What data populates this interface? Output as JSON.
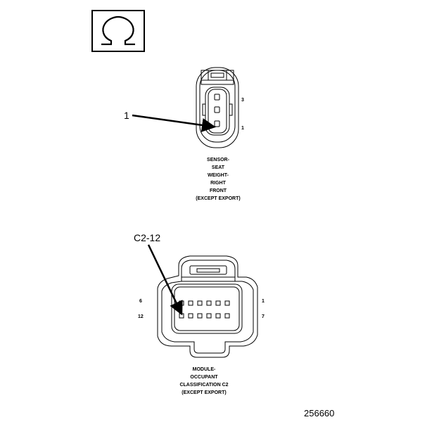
{
  "icon": {
    "name": "ohm-symbol-icon"
  },
  "sensor": {
    "callout": "1",
    "pin_top": "3",
    "pin_bottom": "1",
    "caption": [
      "SENSOR-",
      "SEAT",
      "WEIGHT-",
      "RIGHT",
      "FRONT",
      "(EXCEPT EXPORT)"
    ]
  },
  "module": {
    "callout": "C2-12",
    "pin_top_left": "6",
    "pin_top_right": "1",
    "pin_bottom_left": "12",
    "pin_bottom_right": "7",
    "caption": [
      "MODULE-",
      "OCCUPANT",
      "CLASSIFICATION C2",
      "(EXCEPT EXPORT)"
    ]
  },
  "figure_number": "256660"
}
